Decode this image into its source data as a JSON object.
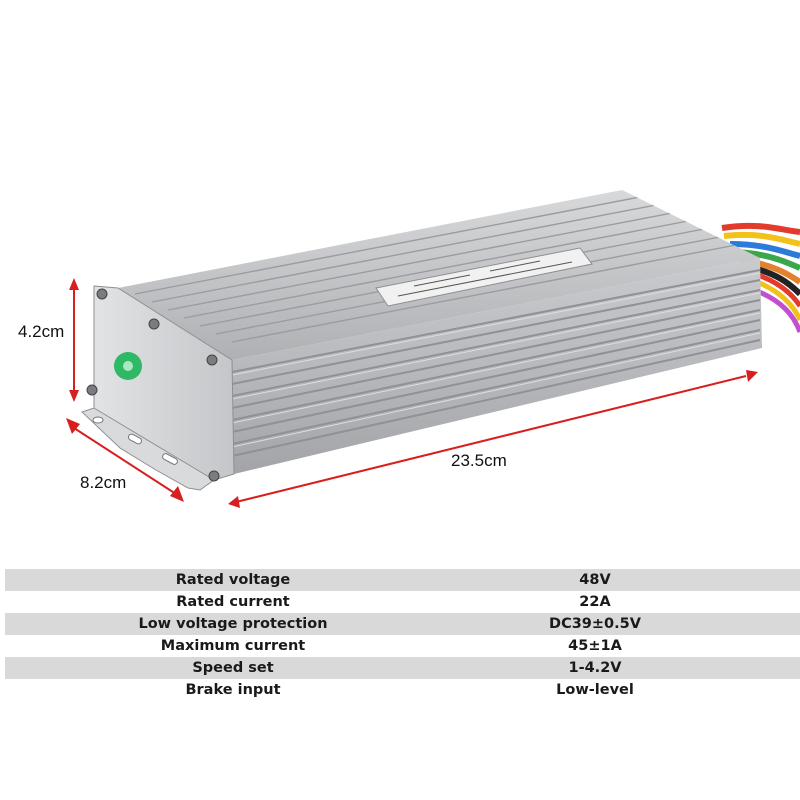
{
  "dimensions": {
    "height": "4.2cm",
    "depth": "8.2cm",
    "length": "23.5cm"
  },
  "colors": {
    "dimension_arrow": "#d81f1f",
    "body_aluminum": "#b5b7ba",
    "end_plate": "#cfd1d4",
    "status_sticker": "#2fb865",
    "row_shade": "#d9d9d9"
  },
  "specs": [
    {
      "label": "Rated voltage",
      "value": "48V"
    },
    {
      "label": "Rated current",
      "value": "22A"
    },
    {
      "label": "Low voltage protection",
      "value": "DC39±0.5V"
    },
    {
      "label": "Maximum current",
      "value": "45±1A"
    },
    {
      "label": "Speed set",
      "value": "1-4.2V"
    },
    {
      "label": "Brake input",
      "value": "Low-level"
    }
  ]
}
